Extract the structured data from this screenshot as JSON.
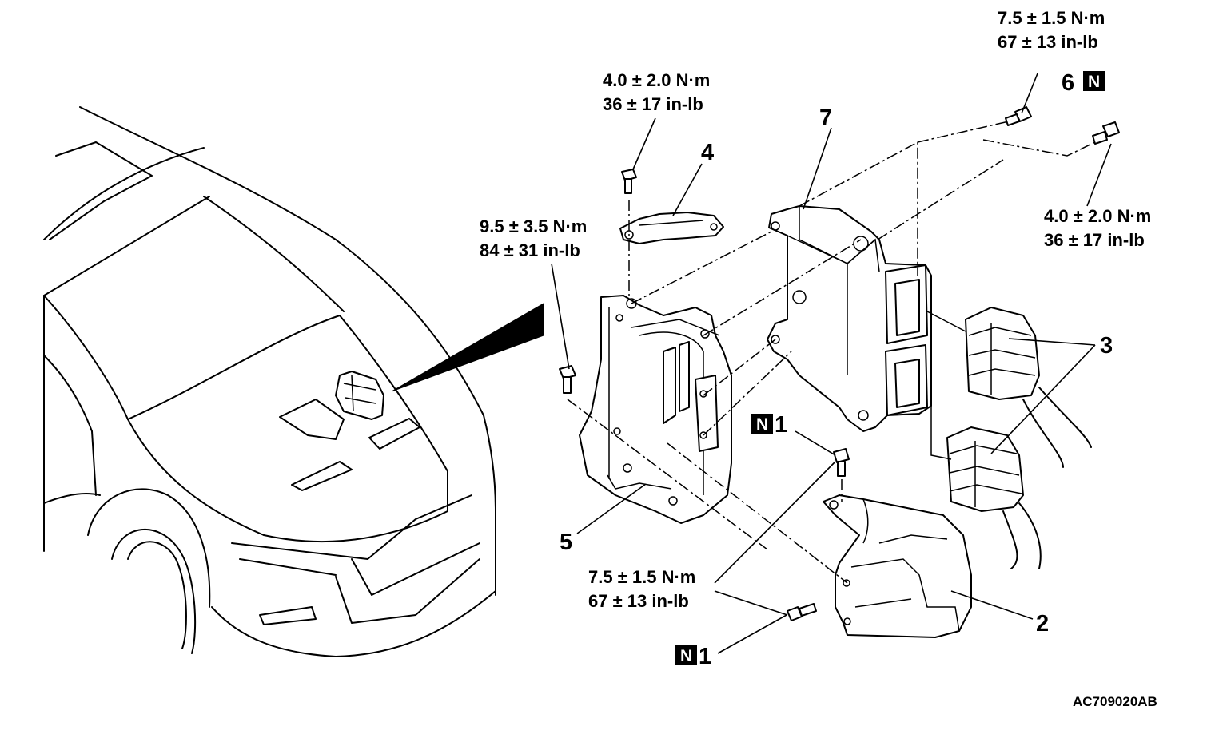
{
  "torque_callouts": [
    {
      "nm": "7.5 ± 1.5 N·m",
      "inlb": "67 ± 13 in-lb"
    },
    {
      "nm": "4.0 ± 2.0 N·m",
      "inlb": "36 ± 17 in-lb"
    },
    {
      "nm": "9.5 ± 3.5 N·m",
      "inlb": "84 ± 31 in-lb"
    },
    {
      "nm": "4.0 ± 2.0 N·m",
      "inlb": "36 ± 17 in-lb"
    },
    {
      "nm": "7.5 ± 1.5 N·m",
      "inlb": "67 ± 13 in-lb"
    }
  ],
  "part_numbers": [
    "1",
    "2",
    "3",
    "4",
    "5",
    "6",
    "7",
    "1"
  ],
  "non_reusable_mark": "N",
  "figure_code": "AC709020AB"
}
